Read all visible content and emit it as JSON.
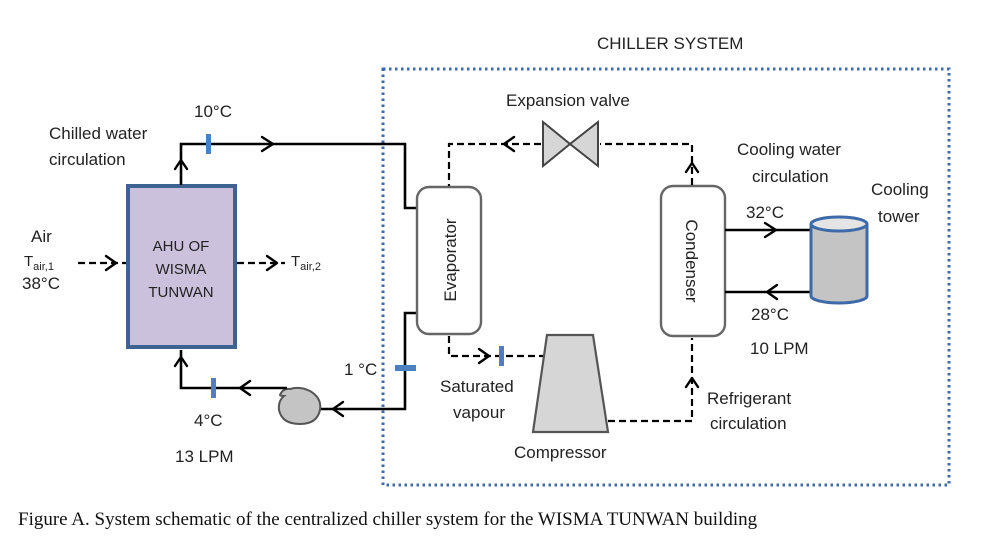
{
  "colors": {
    "chiller_boundary": "#3d6aa8",
    "ahu_fill": "#cbc1dc",
    "ahu_border": "#3d6393",
    "equipment_fill": "#d6d6d6",
    "equipment_border": "#555555",
    "sensor": "#4a7fc1",
    "cooling_tower_border": "#3d6aa8",
    "cooling_tower_fill": "#c4c4c4"
  },
  "chiller_system": {
    "title": "CHILLER SYSTEM"
  },
  "ahu": {
    "line1": "AHU OF",
    "line2": "WISMA",
    "line3": "TUNWAN"
  },
  "air": {
    "label": "Air",
    "inlet_symbol": "T",
    "inlet_subscript": "air,1",
    "inlet_temperature": "38°C",
    "outlet_symbol": "T",
    "outlet_subscript": "air,2"
  },
  "chilled_water": {
    "label_line1": "Chilled water",
    "label_line2": "circulation",
    "supply_temperature_to_evaporator": "10°C",
    "evaporator_outlet_temperature": "1 °C",
    "ahu_inlet_temperature": "4°C",
    "flow_rate": "13 LPM"
  },
  "refrigerant": {
    "expansion_valve_label": "Expansion valve",
    "evaporator_label": "Evaporator",
    "condenser_label": "Condenser",
    "compressor_label": "Compressor",
    "saturated_vapour_line1": "Saturated",
    "saturated_vapour_line2": "vapour",
    "circulation_line1": "Refrigerant",
    "circulation_line2": "circulation"
  },
  "cooling_water": {
    "label_line1": "Cooling water",
    "label_line2": "circulation",
    "tower_label_line1": "Cooling",
    "tower_label_line2": "tower",
    "supply_temperature": "32°C",
    "return_temperature": "28°C",
    "flow_rate": "10 LPM"
  },
  "caption": "Figure A. System schematic of the centralized chiller system for the WISMA TUNWAN building"
}
